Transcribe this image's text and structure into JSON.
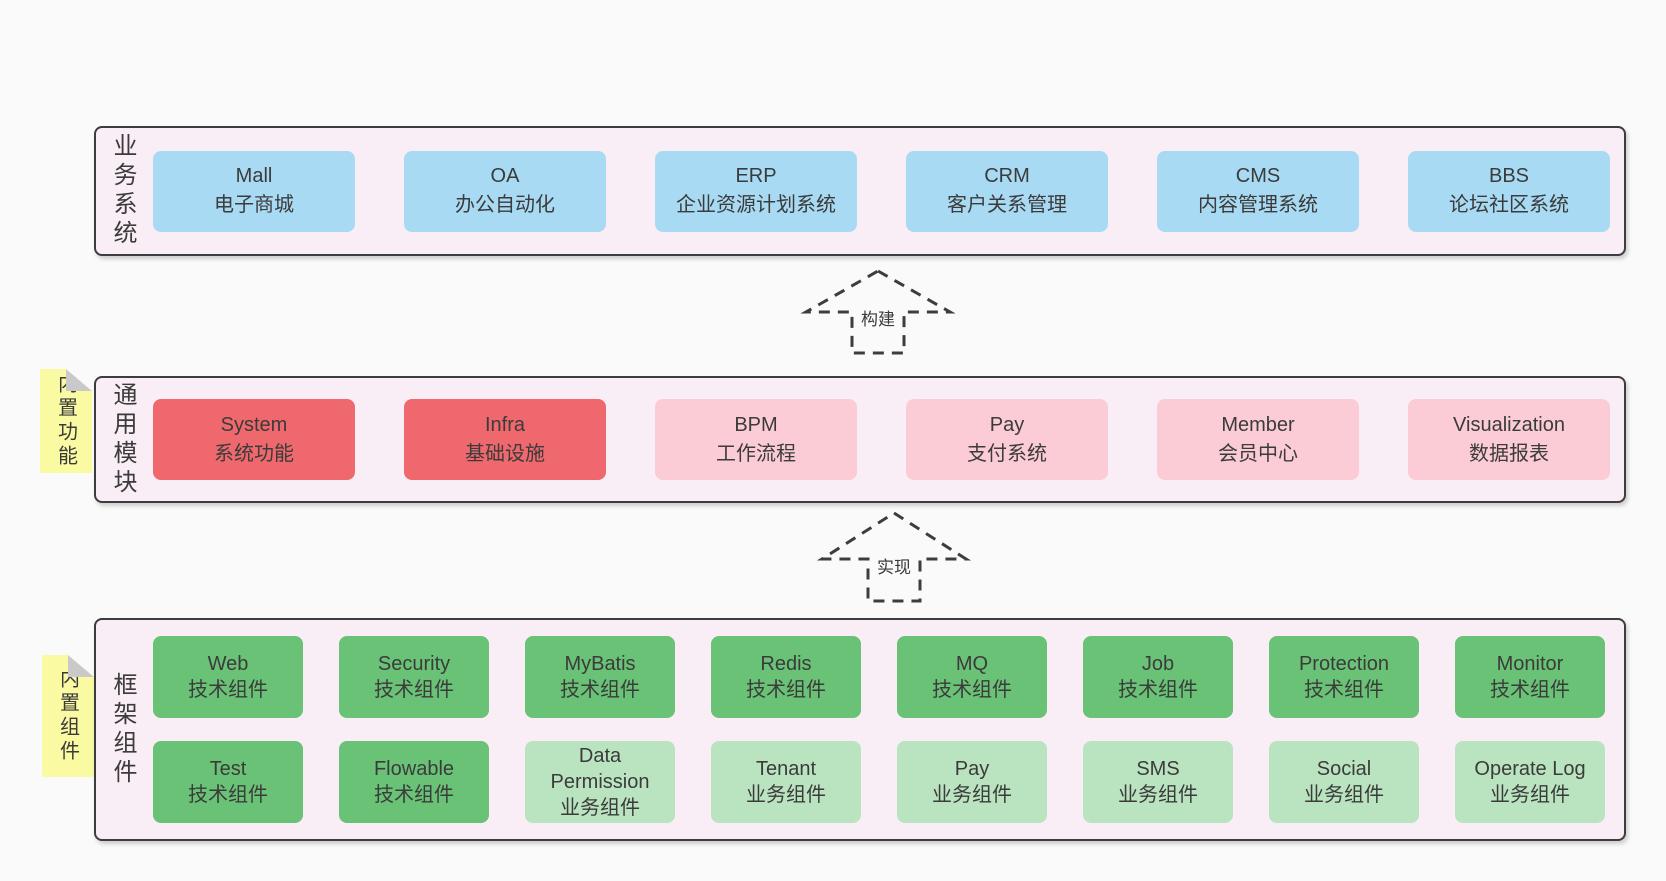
{
  "palette": {
    "page-bg": "#fafafa",
    "band-bg": "#f9eef6",
    "band-border": "#3d3d3d",
    "text": "#3b3b3b",
    "box-blue": "#a9daf3",
    "box-red": "#ef686d",
    "box-pink": "#fbccd5",
    "box-green-dark": "#69c275",
    "box-green-light": "#bae4c0",
    "note-yellow": "#fafaa3",
    "note-fold": "#c9c9c9"
  },
  "bands": [
    {
      "id": "business-systems",
      "label": "业务系统",
      "boxes": [
        {
          "en": "Mall",
          "zh": "电子商城",
          "type": "blue"
        },
        {
          "en": "OA",
          "zh": "办公自动化",
          "type": "blue"
        },
        {
          "en": "ERP",
          "zh": "企业资源计划系统",
          "type": "blue"
        },
        {
          "en": "CRM",
          "zh": "客户关系管理",
          "type": "blue"
        },
        {
          "en": "CMS",
          "zh": "内容管理系统",
          "type": "blue"
        },
        {
          "en": "BBS",
          "zh": "论坛社区系统",
          "type": "blue"
        }
      ]
    },
    {
      "id": "common-modules",
      "label": "通用模块",
      "note": "内置功能",
      "boxes": [
        {
          "en": "System",
          "zh": "系统功能",
          "type": "red"
        },
        {
          "en": "Infra",
          "zh": "基础设施",
          "type": "red"
        },
        {
          "en": "BPM",
          "zh": "工作流程",
          "type": "pink"
        },
        {
          "en": "Pay",
          "zh": "支付系统",
          "type": "pink"
        },
        {
          "en": "Member",
          "zh": "会员中心",
          "type": "pink"
        },
        {
          "en": "Visualization",
          "zh": "数据报表",
          "type": "pink"
        }
      ]
    },
    {
      "id": "framework-components",
      "label": "框架组件",
      "note": "内置组件",
      "boxes": [
        {
          "en": "Web",
          "zh": "技术组件",
          "type": "green-dark"
        },
        {
          "en": "Security",
          "zh": "技术组件",
          "type": "green-dark"
        },
        {
          "en": "MyBatis",
          "zh": "技术组件",
          "type": "green-dark"
        },
        {
          "en": "Redis",
          "zh": "技术组件",
          "type": "green-dark"
        },
        {
          "en": "MQ",
          "zh": "技术组件",
          "type": "green-dark"
        },
        {
          "en": "Job",
          "zh": "技术组件",
          "type": "green-dark"
        },
        {
          "en": "Protection",
          "zh": "技术组件",
          "type": "green-dark"
        },
        {
          "en": "Monitor",
          "zh": "技术组件",
          "type": "green-dark"
        },
        {
          "en": "Test",
          "zh": "技术组件",
          "type": "green-dark"
        },
        {
          "en": "Flowable",
          "zh": "技术组件",
          "type": "green-dark"
        },
        {
          "en": "Data Permission",
          "zh": "业务组件",
          "type": "green-light"
        },
        {
          "en": "Tenant",
          "zh": "业务组件",
          "type": "green-light"
        },
        {
          "en": "Pay",
          "zh": "业务组件",
          "type": "green-light"
        },
        {
          "en": "SMS",
          "zh": "业务组件",
          "type": "green-light"
        },
        {
          "en": "Social",
          "zh": "业务组件",
          "type": "green-light"
        },
        {
          "en": "Operate Log",
          "zh": "业务组件",
          "type": "green-light"
        }
      ]
    }
  ],
  "arrows": [
    {
      "label": "构建"
    },
    {
      "label": "实现"
    }
  ]
}
